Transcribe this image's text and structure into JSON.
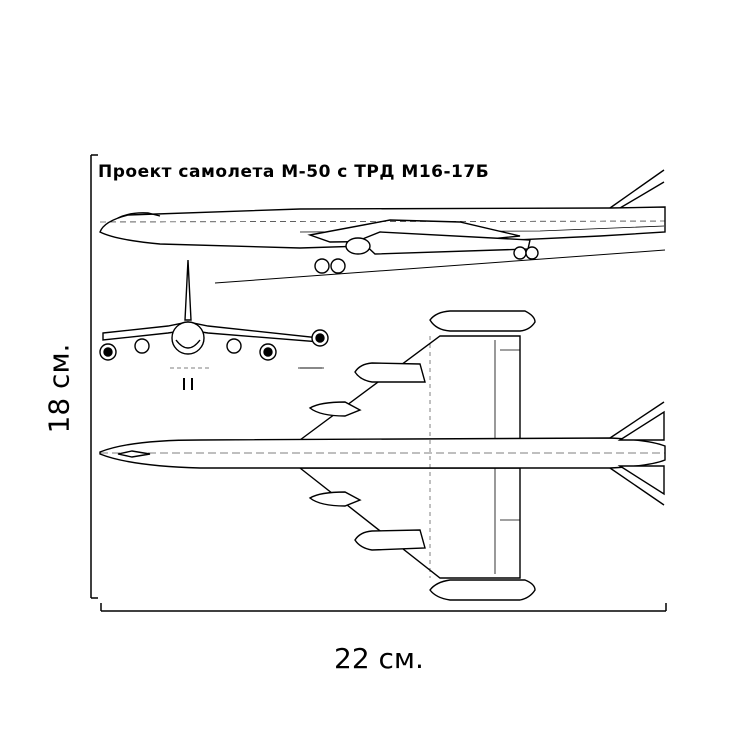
{
  "drawing": {
    "title": "Проект самолета М-50 с ТРД М16-17Б"
  },
  "dimensions": {
    "width_label": "22 см.",
    "height_label": "18 см."
  }
}
